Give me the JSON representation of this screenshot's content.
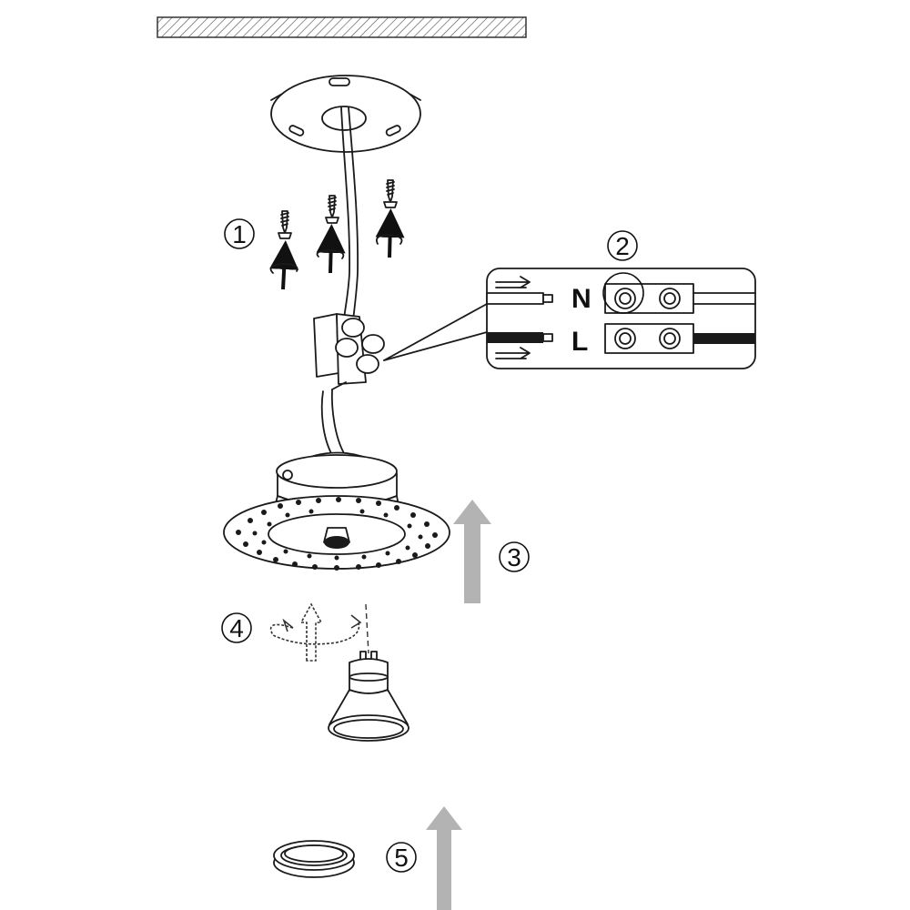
{
  "steps": [
    {
      "number": "1"
    },
    {
      "number": "2"
    },
    {
      "number": "3"
    },
    {
      "number": "4"
    },
    {
      "number": "5"
    }
  ],
  "terminals": {
    "neutral": "N",
    "live": "L"
  },
  "colors": {
    "line": "#1a1a1a",
    "push_arrow": "#b3b3b3",
    "hatch": "#555555",
    "live_wire": "#1a1a1a",
    "neutral_wire": "#ffffff"
  },
  "icons": [
    "ceiling-hatch",
    "mounting-plate-icon",
    "screw-icon",
    "terminal-block-icon",
    "lamp-housing-icon",
    "gu10-bulb-icon",
    "retaining-ring-icon",
    "rotate-arrow-icon",
    "push-up-arrow-icon"
  ]
}
